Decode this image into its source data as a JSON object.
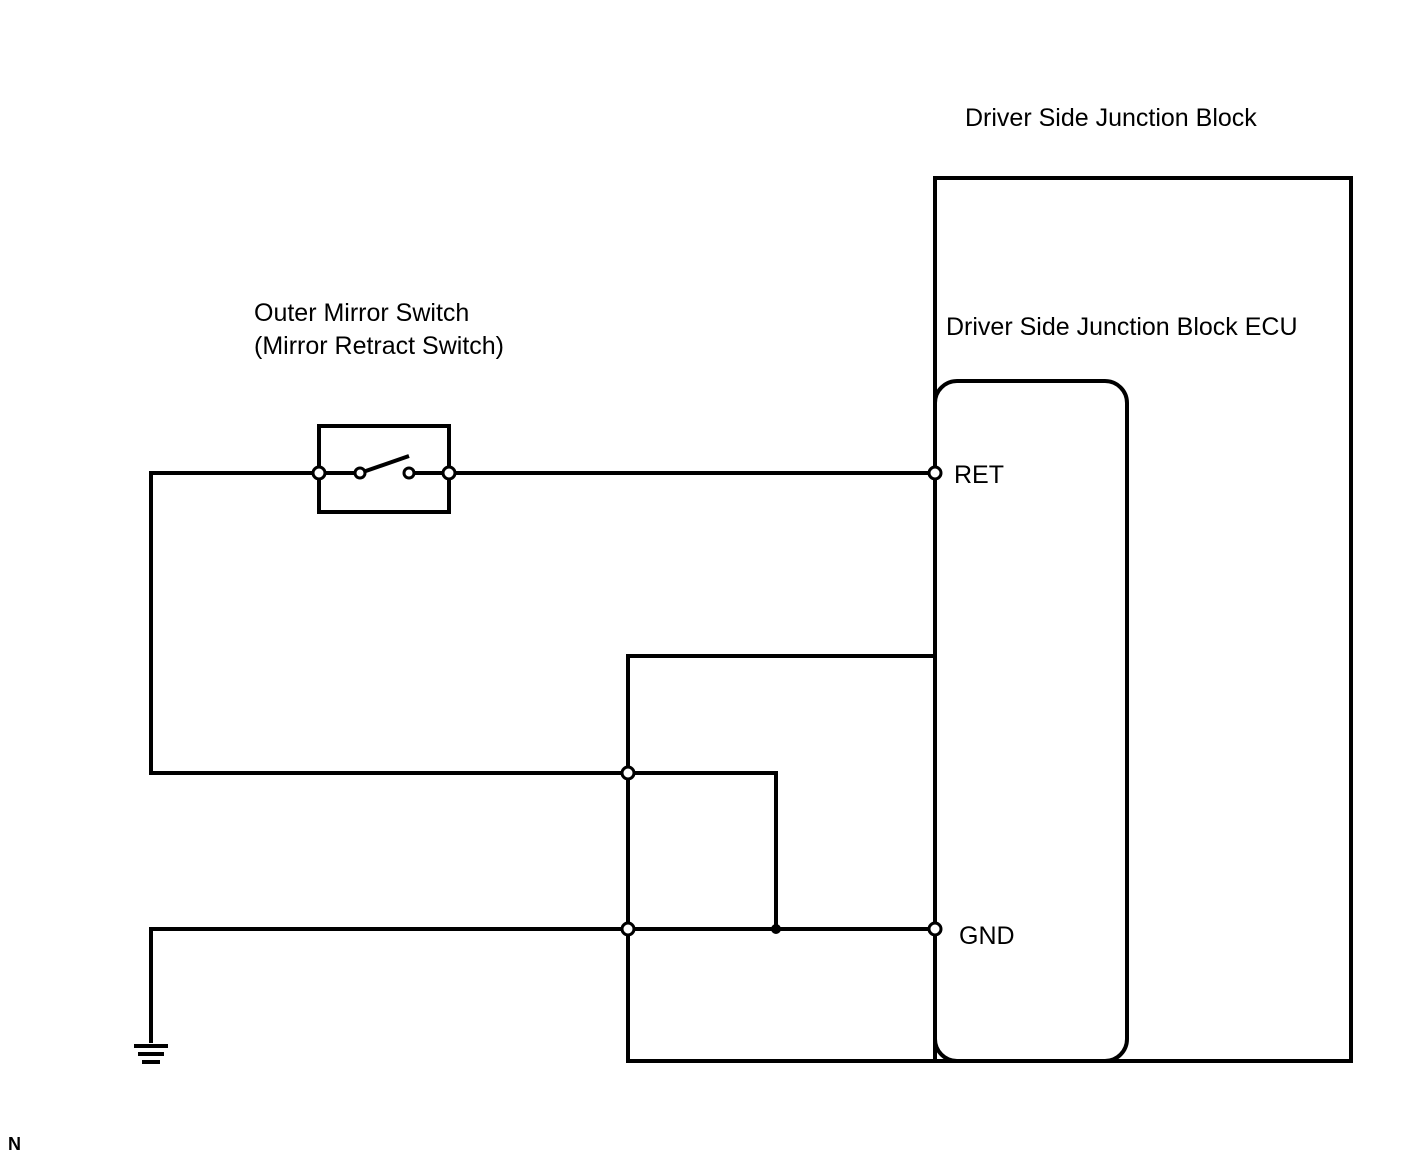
{
  "labels": {
    "junction_block": "Driver Side Junction Block",
    "ecu": "Driver Side Junction Block ECU",
    "switch_line1": "Outer Mirror Switch",
    "switch_line2": "(Mirror Retract Switch)",
    "terminal_ret": "RET",
    "terminal_gnd": "GND",
    "corner_code": "N"
  }
}
